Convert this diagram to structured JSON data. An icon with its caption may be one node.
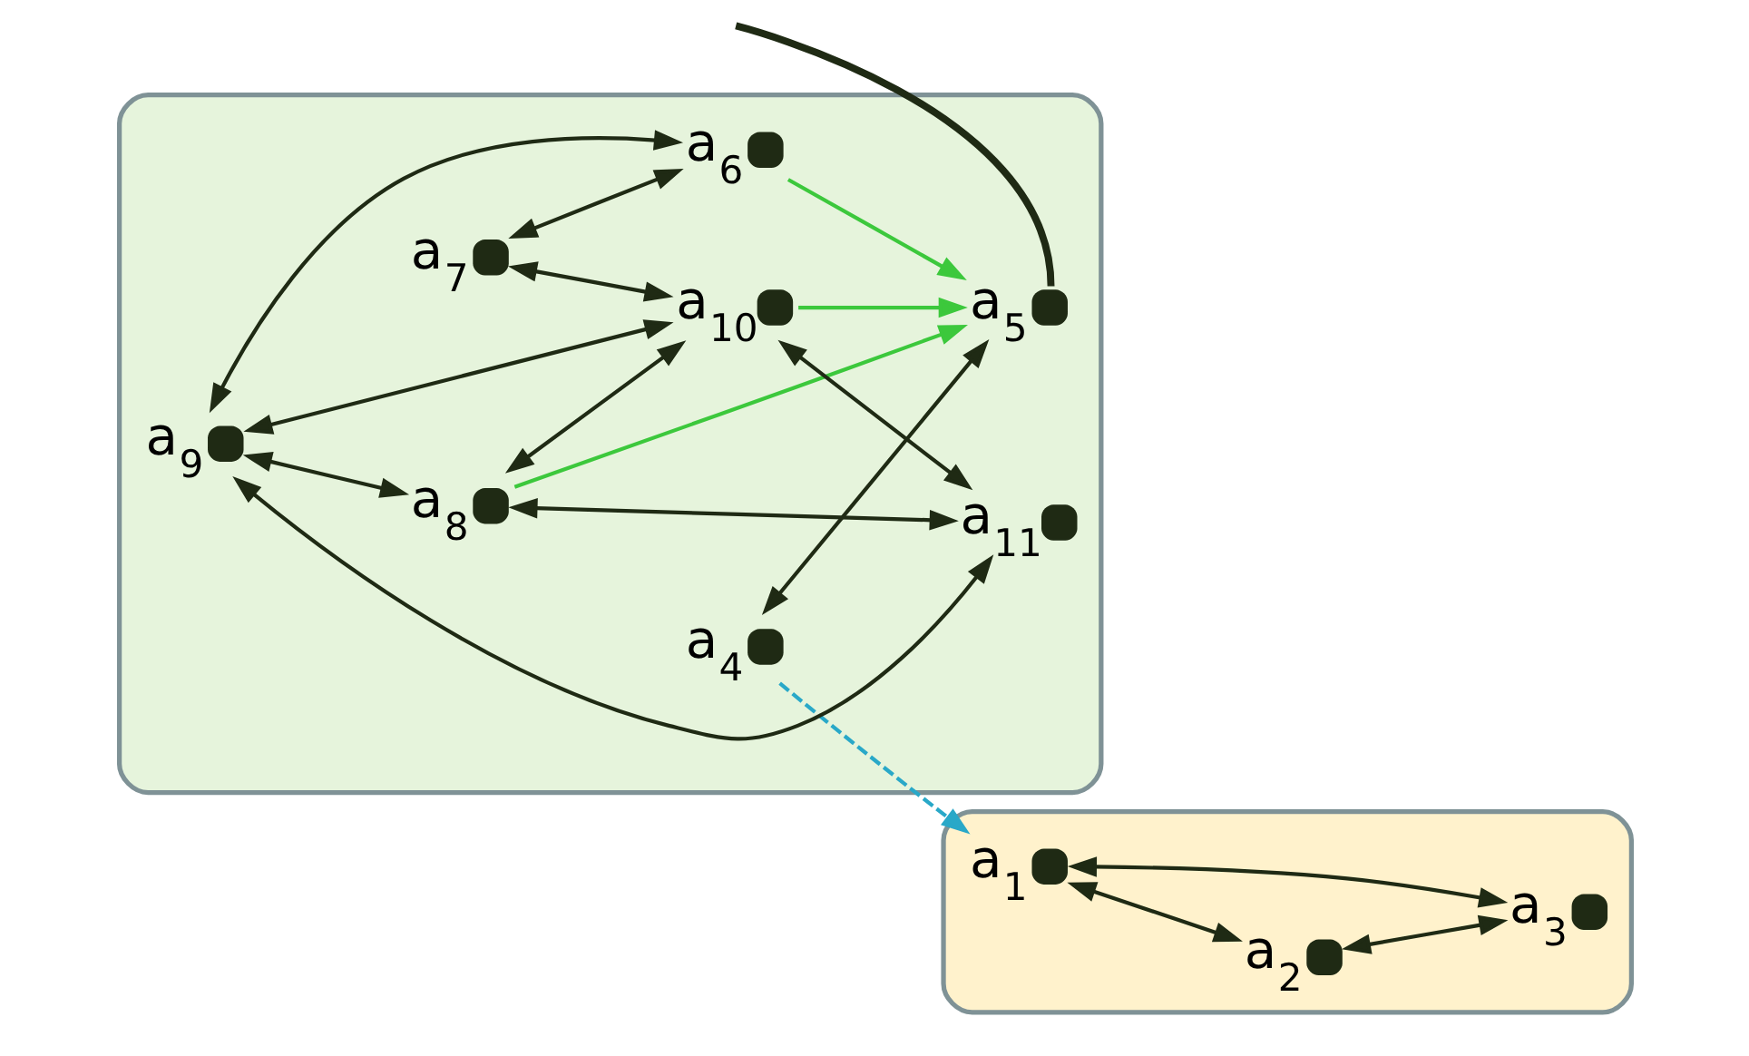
{
  "diagram": {
    "nodes": [
      {
        "text": [],
        "shape": "box"
      },
      {
        "text": [],
        "shape": "box"
      },
      {
        "text": [],
        "shape": "circle",
        "beside": [
          "a$_{1}$"
        ],
        "in": 0
      },
      {
        "text": [],
        "shape": "circle",
        "beside": [
          "a$_{2}$"
        ],
        "in": 0
      },
      {
        "text": [],
        "shape": "circle",
        "beside": [
          "a$_{3}$"
        ],
        "in": 0
      },
      {
        "text": [],
        "shape": "circle",
        "beside": [
          "a$_{4}$"
        ],
        "in": 1
      },
      {
        "text": [],
        "shape": "circle",
        "beside": [
          "a$_{5}$"
        ],
        "in": 1
      },
      {
        "text": [],
        "shape": "circle",
        "beside": [
          "a$_{6}$"
        ],
        "in": 1
      },
      {
        "text": [],
        "shape": "circle",
        "beside": [
          "a$_{7}$"
        ],
        "in": 1
      },
      {
        "text": [],
        "shape": "circle",
        "beside": [
          "a$_{8}$"
        ],
        "in": 1
      },
      {
        "text": [],
        "shape": "circle",
        "beside": [
          "a$_{9}$"
        ],
        "in": 1
      },
      {
        "text": [],
        "shape": "circle",
        "beside": [
          "a$_{10}$"
        ],
        "in": 1
      },
      {
        "text": [],
        "shape": "circle",
        "beside": [
          "a$_{11}$"
        ],
        "in": 1
      }
    ],
    "edges": [
      {
        "from": 2,
        "to": 3,
        "arrow": "both"
      },
      {
        "from": 2,
        "to": 4,
        "arrow": "both"
      },
      {
        "from": 3,
        "to": 4,
        "arrow": "both"
      },
      {
        "from": 5,
        "to": 2,
        "arrow": "to",
        "style": "dashed",
        "color": "#29a8c8"
      },
      {
        "from": 5,
        "to": 6,
        "arrow": "both"
      },
      {
        "from": null,
        "to": 6,
        "arrow": "none",
        "style": "thick"
      },
      {
        "from": 11,
        "to": 6,
        "arrow": "to",
        "color": "#3cc83c"
      },
      {
        "from": 7,
        "to": 6,
        "arrow": "to",
        "color": "#3cc83c"
      },
      {
        "from": 9,
        "to": 6,
        "arrow": "to",
        "color": "#3cc83c"
      },
      {
        "from": 8,
        "to": 7,
        "arrow": "both"
      },
      {
        "from": 8,
        "to": 11,
        "arrow": "both"
      },
      {
        "from": 11,
        "to": 12,
        "arrow": "both"
      },
      {
        "from": 10,
        "to": 11,
        "arrow": "both"
      },
      {
        "from": 10,
        "to": 12,
        "arrow": "both"
      },
      {
        "from": 10,
        "to": 7,
        "arrow": "both"
      },
      {
        "from": 10,
        "to": 9,
        "arrow": "both"
      },
      {
        "from": 9,
        "to": 12,
        "arrow": "both"
      },
      {
        "from": 9,
        "to": 11,
        "arrow": "both"
      }
    ]
  }
}
